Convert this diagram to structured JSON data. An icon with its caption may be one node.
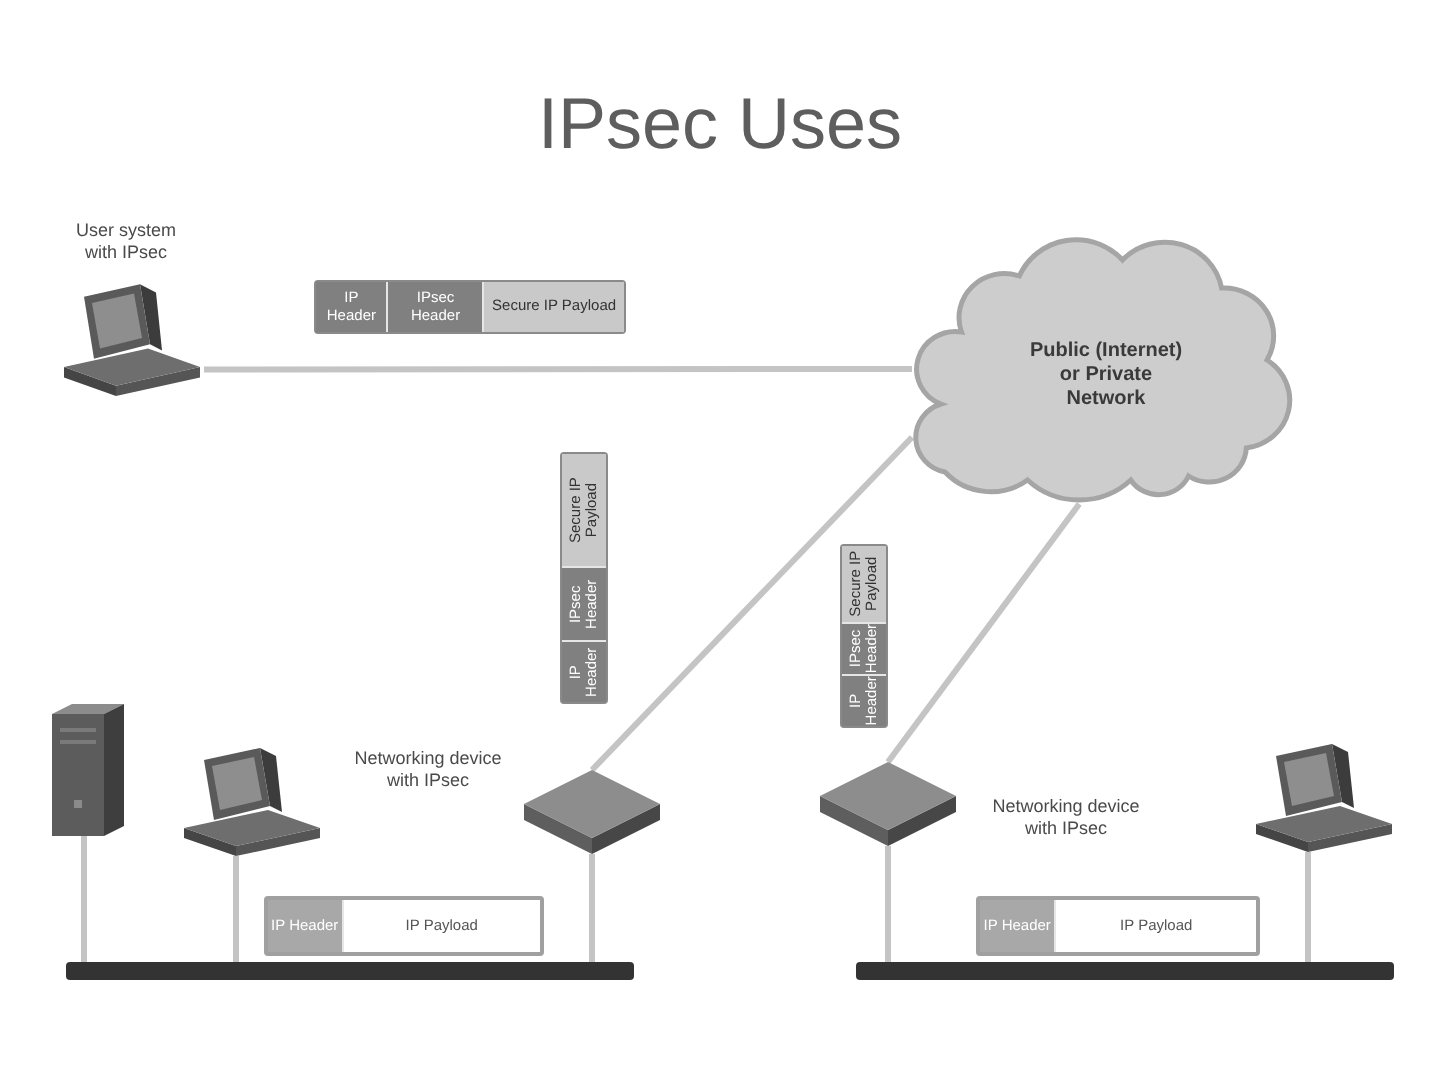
{
  "diagram": {
    "title": "IPsec Uses",
    "nodes": [
      {
        "text": [
          "User system with IPsec"
        ]
      },
      {
        "text": [
          "IP Header",
          "IPsec Header",
          "Secure IP Payload"
        ]
      },
      {
        "text": [
          "Public (Internet) or Private Network"
        ]
      },
      {
        "text": [
          "IP Header",
          "IPsec Header",
          "Secure IP Payload"
        ]
      },
      {
        "text": [
          "IP Header",
          "IPsec Header",
          "Secure IP Payload"
        ]
      },
      {
        "text": [],
        "shape": "picture"
      },
      {
        "text": [],
        "shape": "picture"
      },
      {
        "text": [
          "Networking device with IPsec"
        ]
      },
      {
        "text": [
          "Networking device with IPsec"
        ]
      },
      {
        "text": [],
        "shape": "picture"
      },
      {
        "text": [
          "IP Header",
          "IP Payload"
        ]
      },
      {
        "text": [
          "IP Header",
          "IP Payload"
        ]
      },
      {
        "text": [],
        "shape": "bar"
      },
      {
        "text": [],
        "shape": "bar"
      }
    ],
    "edges": [
      {
        "from": 0,
        "to": 2,
        "arrow": "none"
      },
      {
        "from": 7,
        "to": 2,
        "arrow": "none"
      },
      {
        "from": 8,
        "to": 2,
        "arrow": "none"
      },
      {
        "from": 5,
        "to": 12,
        "arrow": "none"
      },
      {
        "from": 6,
        "to": 12,
        "arrow": "none"
      },
      {
        "from": 7,
        "to": 12,
        "arrow": "none"
      },
      {
        "from": 8,
        "to": 13,
        "arrow": "none"
      },
      {
        "from": 9,
        "to": 13,
        "arrow": "none"
      }
    ]
  }
}
